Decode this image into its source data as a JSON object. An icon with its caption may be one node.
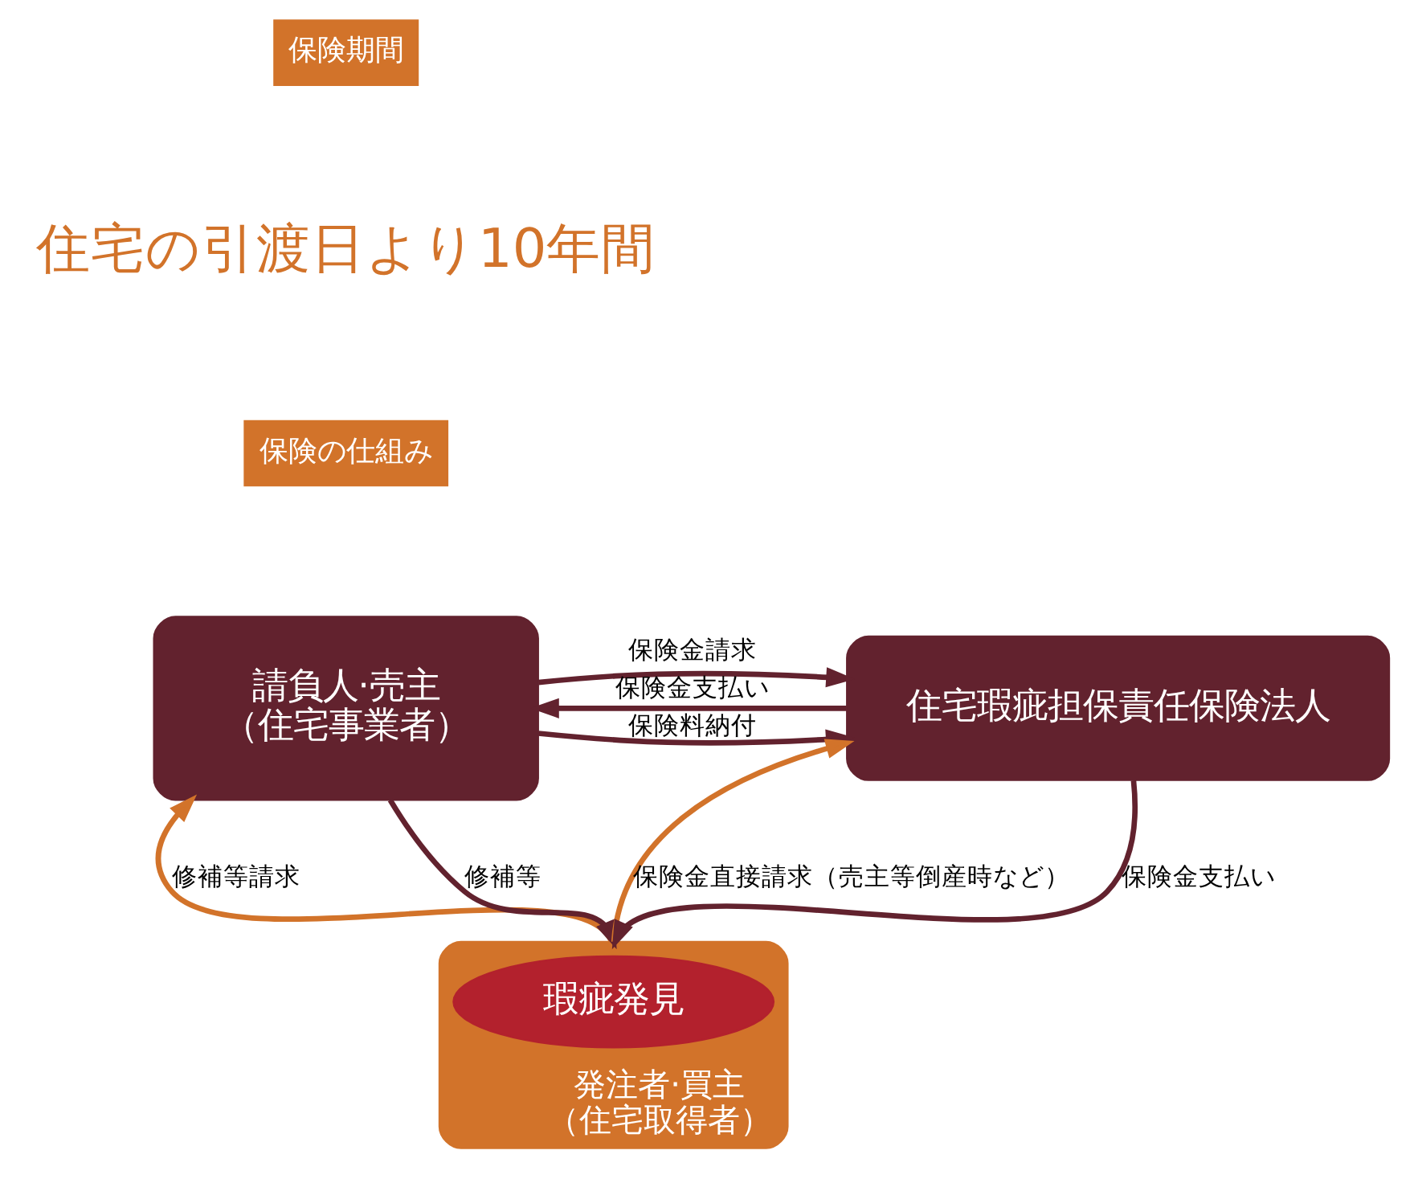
{
  "diagram": {
    "nodes": [
      {
        "text": [
          "保険期間"
        ]
      },
      {
        "text": [
          "保険の仕組み"
        ]
      },
      {
        "text": [
          "請負人·売主",
          "（住宅事業者）"
        ]
      },
      {
        "text": [
          "住宅瑕疵担保責任保険法人"
        ]
      },
      {
        "text": [
          "発注者·買主",
          "（住宅取得者）"
        ]
      },
      {
        "text": [
          "瑕疵発見"
        ],
        "in": 4
      }
    ],
    "edges": [
      {
        "from": 2,
        "to": 3,
        "arrow": "to",
        "label": "保険料納付"
      },
      {
        "from": 2,
        "to": 3,
        "arrow": "to",
        "label": "保険金請求"
      },
      {
        "from": 3,
        "to": 2,
        "arrow": "to",
        "label": "保険金支払い"
      },
      {
        "from": 4,
        "to": 2,
        "arrow": "to",
        "label": "修補等請求",
        "color": "#d2732a"
      },
      {
        "from": 2,
        "to": 4,
        "arrow": "to",
        "label": "修補等"
      },
      {
        "from": 4,
        "to": 3,
        "arrow": "to",
        "label": "保険金直接請求（売主等倒産時など）",
        "color": "#d2732a"
      },
      {
        "from": 3,
        "to": 4,
        "arrow": "to",
        "label": "保険金支払い"
      }
    ],
    "labels": [
      "住宅の引渡日より10年間"
    ]
  }
}
